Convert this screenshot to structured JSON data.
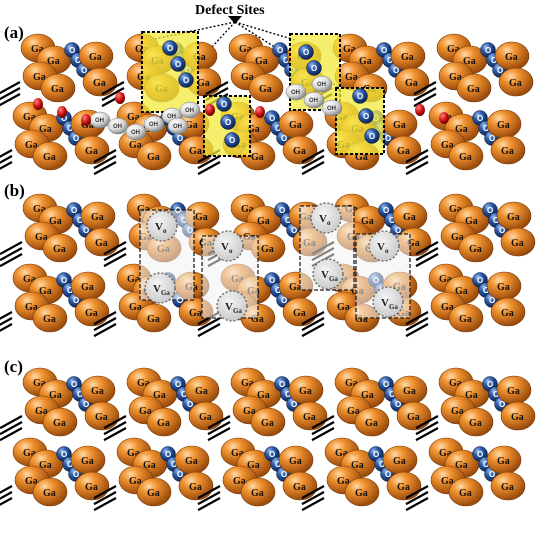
{
  "figure": {
    "callout_title": "Defect Sites",
    "panel_labels": [
      "(a)",
      "(b)",
      "(c)"
    ],
    "atom_labels": {
      "gallium": "Ga",
      "oxygen": "O",
      "hydroxyl": "OH"
    },
    "vacancy_labels": {
      "oxygen_vacancy": "V",
      "oxygen_vacancy_sub": "o",
      "gallium_vacancy": "V",
      "gallium_vacancy_sub": "Ga"
    },
    "colors": {
      "gallium": "#e8802a",
      "oxygen": "#1f4e9a",
      "hydroxyl": "#e6e6e6",
      "hydrogen_marker": "#cc1111",
      "defect_highlight": "#f2ea3c",
      "vacancy_ghost": "#d0d0d0"
    }
  }
}
